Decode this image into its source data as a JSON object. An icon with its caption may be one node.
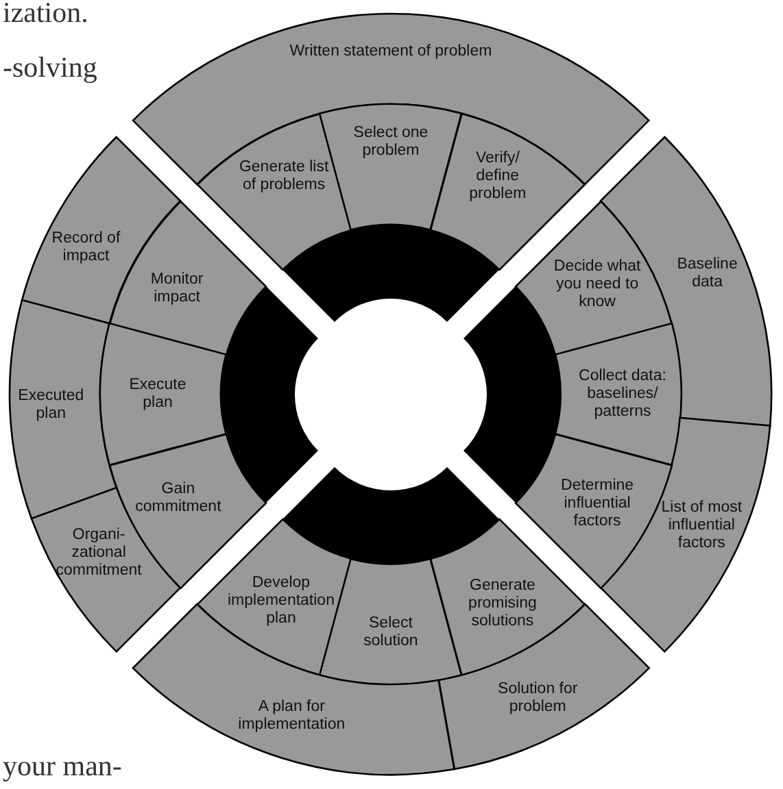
{
  "diagram": {
    "nodes": [
      {
        "text": [
          "Written statement of problem"
        ]
      },
      {
        "text": [
          "Generate list of problems"
        ]
      },
      {
        "text": [
          "Select one problem"
        ]
      },
      {
        "text": [
          "Verify/ define problem"
        ]
      },
      {
        "text": [
          "Record of impact"
        ]
      },
      {
        "text": [
          "Monitor impact"
        ]
      },
      {
        "text": [
          "Baseline data"
        ]
      },
      {
        "text": [
          "Decide what you need to know"
        ]
      },
      {
        "text": [
          "Executed plan"
        ]
      },
      {
        "text": [
          "Execute plan"
        ]
      },
      {
        "text": [
          "Collect data: baselines/ patterns"
        ]
      },
      {
        "text": [
          "List of most influential factors"
        ]
      },
      {
        "text": [
          "Determine influential factors"
        ]
      },
      {
        "text": [
          "Organi- zational commitment"
        ]
      },
      {
        "text": [
          "Gain commitment"
        ]
      },
      {
        "text": [
          "Develop implementation plan"
        ]
      },
      {
        "text": [
          "Select solution"
        ]
      },
      {
        "text": [
          "Generate promising solutions"
        ]
      },
      {
        "text": [
          "A plan for implementation"
        ]
      },
      {
        "text": [
          "Solution for problem"
        ]
      }
    ],
    "labels": [
      "ization.",
      "-solving",
      "your man-"
    ]
  }
}
